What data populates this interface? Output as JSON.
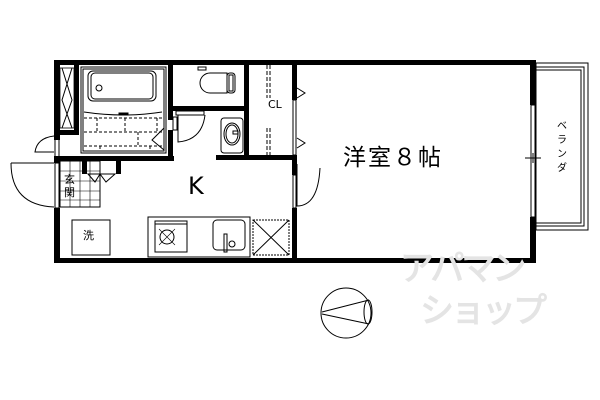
{
  "floor_plan": {
    "rooms": {
      "main_room": "洋室８帖",
      "kitchen": "K",
      "closet": "CL",
      "entrance": "玄関",
      "washer": "洗",
      "balcony": "ベランダ"
    },
    "watermark": {
      "line1": "アパマン",
      "line2": "ショップ"
    },
    "compass": "north-arrow"
  }
}
